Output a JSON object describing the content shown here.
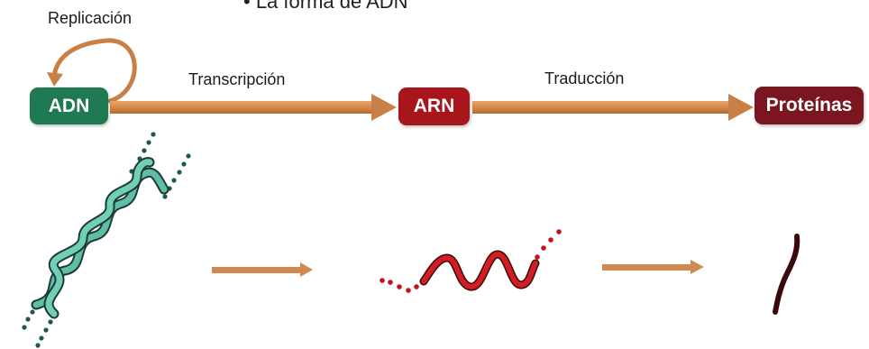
{
  "top_fragment": "• La forma de ADN",
  "labels": {
    "replication": "Replicación",
    "transcription": "Transcripción",
    "translation": "Traducción"
  },
  "nodes": {
    "dna": "ADN",
    "rna": "ARN",
    "proteins": "Proteínas"
  },
  "colors": {
    "dna": "#1f7a52",
    "rna": "#a8161c",
    "proteins": "#7a1620",
    "arrow": "#d5894a",
    "helix_strand": "#5fbfa6",
    "helix_outline": "#1e3a34",
    "rna_strand": "#c2121a",
    "protein_strand": "#3a0a0a"
  }
}
